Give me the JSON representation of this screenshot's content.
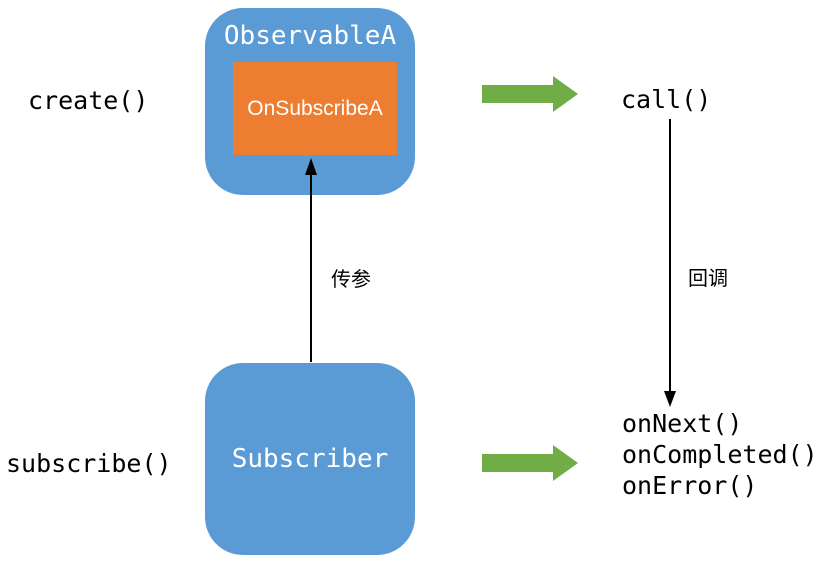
{
  "diagram": {
    "left_labels": {
      "create": "create()",
      "subscribe": "subscribe()"
    },
    "observable": {
      "title": "ObservableA",
      "inner": "OnSubscribeA"
    },
    "subscriber": {
      "title": "Subscriber"
    },
    "right_labels": {
      "call": "call()"
    },
    "callbacks": {
      "line1": "onNext()",
      "line2": "onCompleted()",
      "line3": "onError()"
    },
    "edge_labels": {
      "pass_args": "传参",
      "callback": "回调"
    },
    "colors": {
      "node_blue": "#5B9BD5",
      "inner_orange": "#ED7D31",
      "arrow_green": "#70AD47",
      "text_black": "#000000"
    }
  }
}
